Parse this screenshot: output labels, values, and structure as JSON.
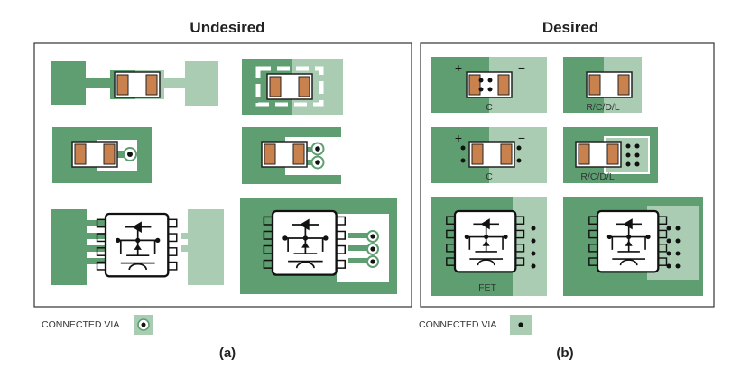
{
  "titles": {
    "left": "Undesired",
    "right": "Desired"
  },
  "captions": {
    "left": "(a)",
    "right": "(b)"
  },
  "legend": {
    "left": "CONNECTED VIA",
    "right": "CONNECTED VIA"
  },
  "labels": {
    "cap_top": "C",
    "cap_bottom": "C",
    "rcdl_top": "R/C/D/L",
    "rcdl_bottom": "R/C/D/L",
    "fet": "FET",
    "plus_top": "+",
    "minus_top": "−",
    "plus_bottom": "+",
    "minus_bottom": "−"
  },
  "colors": {
    "copper_dark": "#5e9e71",
    "copper_light": "#a9ccb2",
    "pad_orange": "#c9824e",
    "frame": "#333333"
  }
}
